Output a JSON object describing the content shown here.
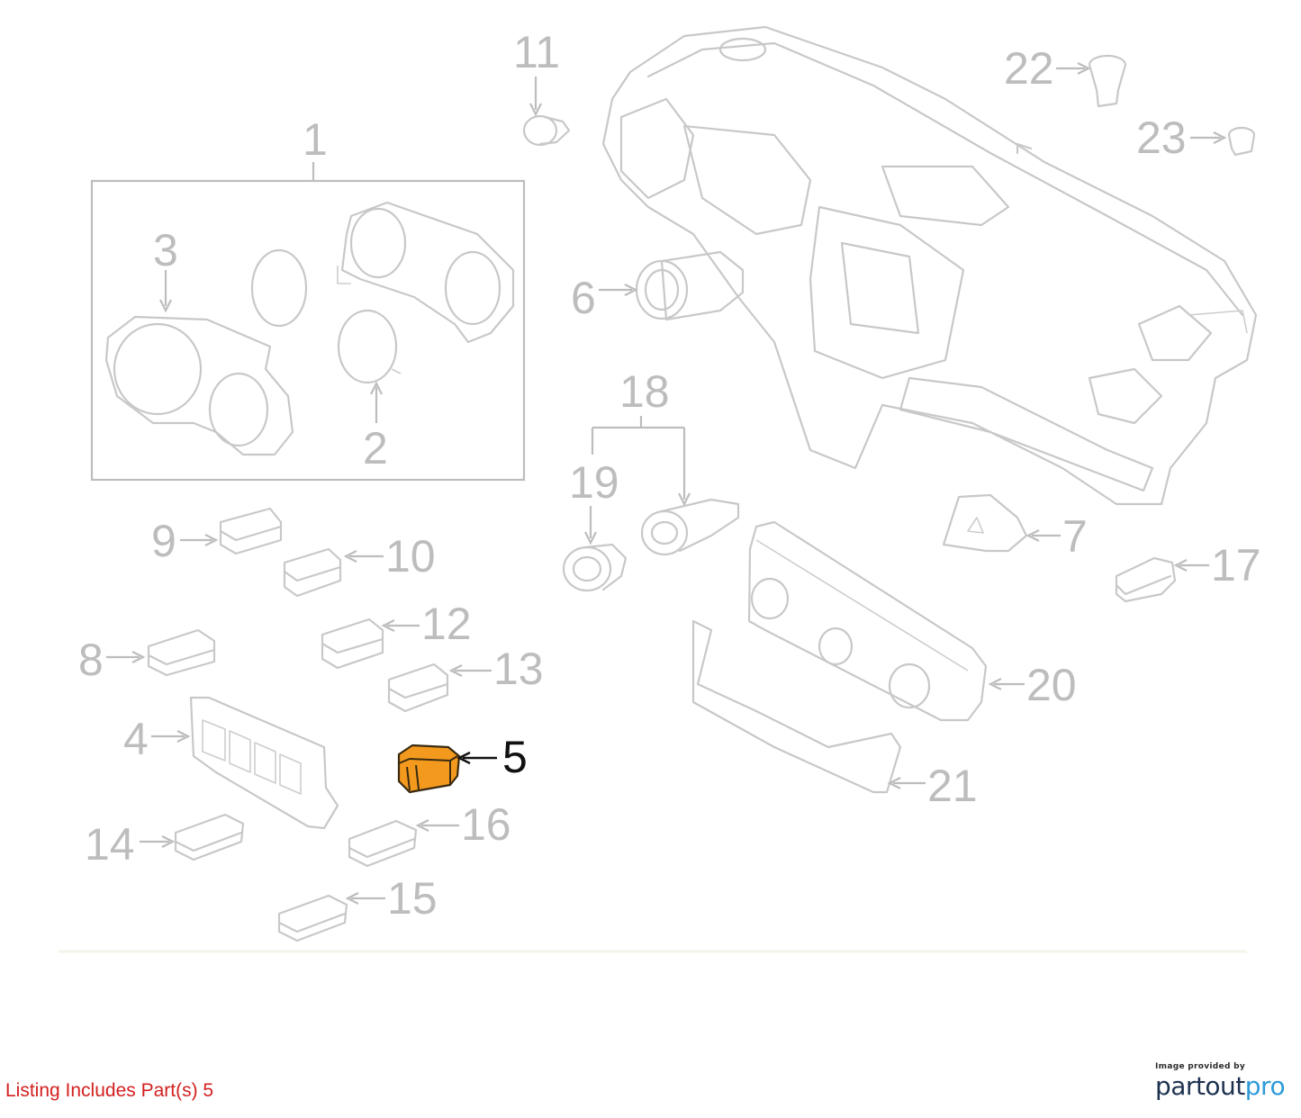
{
  "diagram": {
    "callouts": [
      "1",
      "2",
      "3",
      "4",
      "5",
      "6",
      "7",
      "8",
      "9",
      "10",
      "11",
      "12",
      "13",
      "14",
      "15",
      "16",
      "17",
      "18",
      "19",
      "20",
      "21",
      "22",
      "23"
    ],
    "highlighted_part": "5",
    "colors": {
      "highlight": "#f39a1e",
      "parts": "#c8c8c8",
      "labels": "#bdbdbd",
      "highlight_label": "#111111"
    }
  },
  "footer": {
    "listing_note": "Listing Includes Part(s) 5",
    "credit_small": "Image provided by",
    "brand_part1": "partout",
    "brand_part2": "pro"
  }
}
